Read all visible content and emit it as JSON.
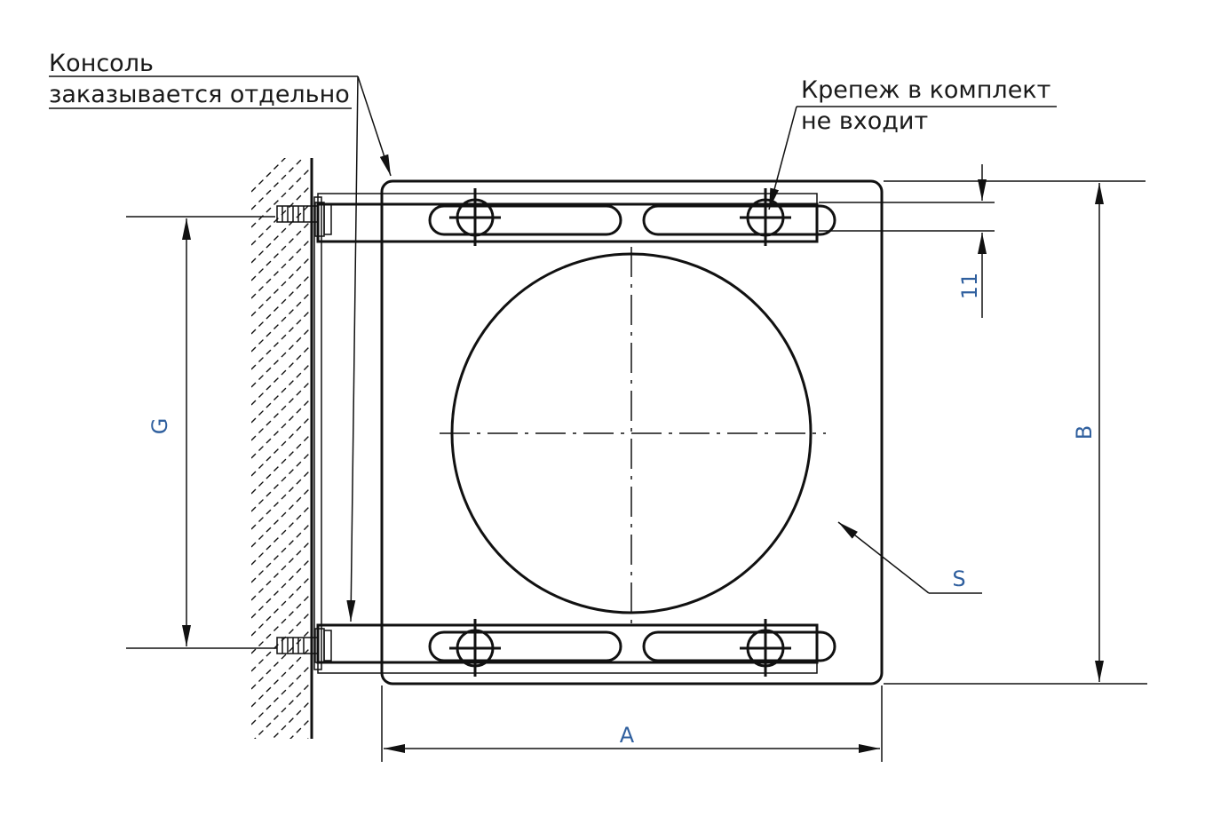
{
  "callouts": {
    "console_line1": "Консоль",
    "console_line2": "заказывается отдельно",
    "fastener_line1": "Крепеж в комплект",
    "fastener_line2": "не входит"
  },
  "dimensions": {
    "a": "A",
    "b": "B",
    "g": "G",
    "s": "S",
    "slot": "11"
  },
  "colors": {
    "line": "#111111",
    "dimension_text": "#2f5f9e"
  }
}
